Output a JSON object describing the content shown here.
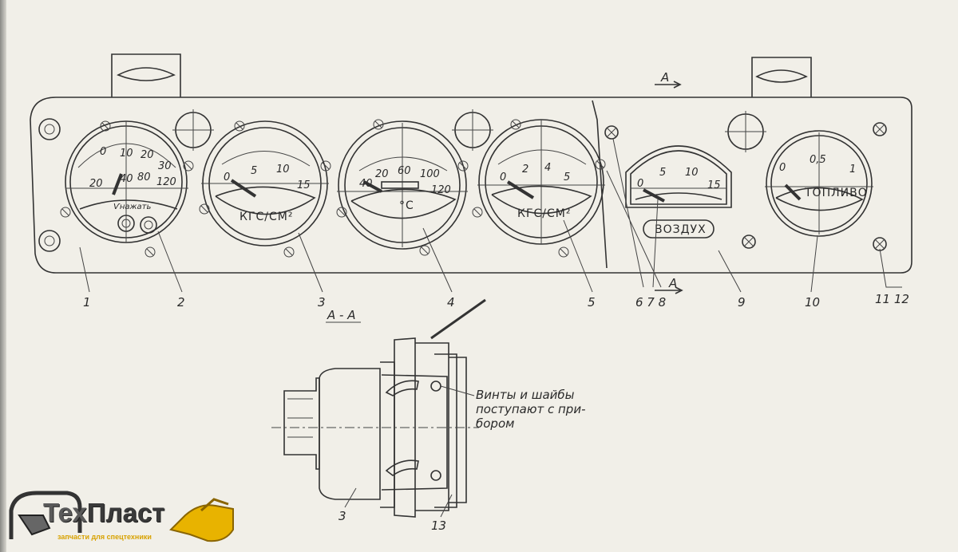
{
  "gauges": [
    {
      "id": "2",
      "scale_outer": [
        "0",
        "10",
        "20",
        "30"
      ],
      "scale_inner": [
        "20",
        "40",
        "80",
        "120"
      ],
      "label": "Ѵнажать"
    },
    {
      "id": "3",
      "scale": [
        "0",
        "5",
        "10",
        "15"
      ],
      "unit": "КГС/СМ²"
    },
    {
      "id": "4",
      "scale": [
        "40",
        "20",
        "60",
        "100",
        "120"
      ],
      "unit": "°С"
    },
    {
      "id": "5",
      "scale": [
        "0",
        "2",
        "4",
        "5"
      ],
      "unit": "КГС/СМ²"
    },
    {
      "id": "7",
      "scale": [
        "0",
        "5",
        "10",
        "15"
      ],
      "label": "ВОЗДУХ"
    },
    {
      "id": "10",
      "scale": [
        "0",
        "0,5",
        "1"
      ],
      "label": "ТОПЛИВО"
    }
  ],
  "callouts": [
    "1",
    "2",
    "3",
    "4",
    "5",
    "6 7 8",
    "9",
    "10",
    "11 12"
  ],
  "section_marks": {
    "top": "А",
    "bottom": "А",
    "view_title": "А - А"
  },
  "section_view": {
    "note_lines": [
      "Винты и шайбы",
      "поступают с при-",
      "бором"
    ],
    "callouts": [
      "3",
      "13"
    ]
  },
  "logo": {
    "name_part1": "Тех",
    "name_part2": "Пласт",
    "tagline": "запчасти для спецтехники"
  }
}
